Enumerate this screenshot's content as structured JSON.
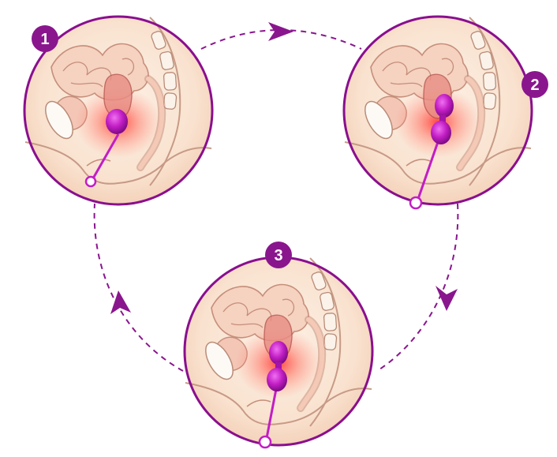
{
  "steps": [
    {
      "number": "1"
    },
    {
      "number": "2"
    },
    {
      "number": "3"
    }
  ],
  "colors": {
    "ring": "#8a0f8e",
    "badge": "#8a168e",
    "arrow": "#8a168e",
    "skin": "#f7dcc6",
    "skin_light": "#fcefe3",
    "inflamed": "#ee3d3d",
    "device": "#c21ec4",
    "outline": "#a86c5c"
  },
  "icons": [
    "circular-arrow-icon"
  ]
}
